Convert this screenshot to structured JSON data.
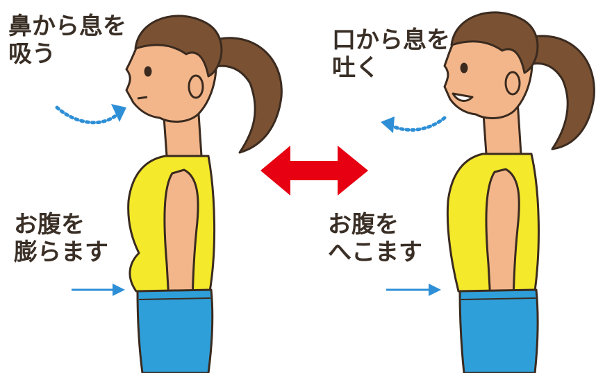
{
  "left": {
    "breath_label": {
      "line1": "鼻から息を",
      "line2": "吸う"
    },
    "belly_label": {
      "line1": "お腹を",
      "line2": "膨らます"
    }
  },
  "right": {
    "breath_label": {
      "line1": "口から息を",
      "line2": "吐く"
    },
    "belly_label": {
      "line1": "お腹を",
      "line2": "へこます"
    }
  },
  "colors": {
    "skin": "#f2b68a",
    "hair": "#7a5233",
    "shirt": "#f4e92a",
    "jeans": "#2e9fd9",
    "outline": "#3a2a1f",
    "arrow_blue": "#2e8fd6",
    "center_arrow": "#e60012",
    "text": "#3a2f26"
  },
  "icons": {
    "center": "double-arrow-icon"
  }
}
